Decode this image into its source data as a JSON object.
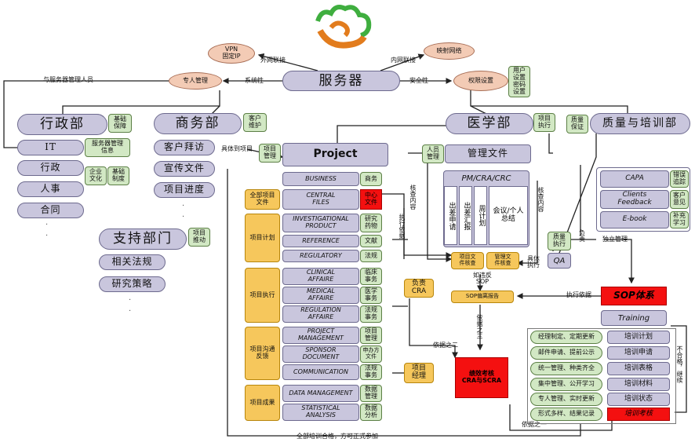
{
  "center": {
    "label": "服务器"
  },
  "top": {
    "vpn": "VPN\n固定IP",
    "vpn_edge": "外网联接",
    "mapping": "映射网络",
    "mapping_edge": "内网联接",
    "admin": "专人管理",
    "admin_edge": "系统性",
    "admin_note": "与服务器管理人员",
    "perm": "权限设置",
    "perm_edge": "安全性",
    "perm_sub": "用户\n设置\n密码\n设置"
  },
  "dept": {
    "admin": {
      "title": "行政部",
      "badge": "基础\n保障",
      "it": "IT",
      "it_badge": "服务器管理\n信息",
      "xz": "行政",
      "xz_badge1": "企业\n文化",
      "xz_badge2": "基础\n制度",
      "hr": "人事",
      "contract": "合同"
    },
    "biz": {
      "title": "商务部",
      "badge": "客户\n维护",
      "items": [
        "客户拜访",
        "宣传文件",
        "项目进度"
      ],
      "edge": "具体到项目",
      "edge_badge": "项目\n管理"
    },
    "support": {
      "title": "支持部门",
      "badge": "项目\n推动",
      "items": [
        "相关法规",
        "研究策略"
      ]
    },
    "med": {
      "title": "医学部",
      "badge": "项目\n执行",
      "people": "人员\n管理",
      "docs": "管理文件",
      "pm": "PM/CRA/CRC",
      "cols": [
        "出差申请",
        "出差汇报",
        "周计划",
        "会议/个人总结"
      ]
    },
    "qa": {
      "title": "质量与培训部",
      "badge": "质量\n保证",
      "qa_badge": "质量\n执行",
      "qa": "QA"
    }
  },
  "project": {
    "title": "Project",
    "business": "BUSINESS",
    "business_tag": "商务",
    "files_cat": "全部项目\n文件",
    "central": "CENTRAL\nFILES",
    "central_tag": "中心\n文件",
    "plan_cat": "项目计划",
    "plan": [
      {
        "t": "INVESTIGATIONAL\nPRODUCT",
        "g": "研究\n药物"
      },
      {
        "t": "REFERENCE",
        "g": "文献"
      },
      {
        "t": "REGULATORY",
        "g": "法规"
      }
    ],
    "exec_cat": "项目执行",
    "exec": [
      {
        "t": "CLINICAL\nAFFAIRE",
        "g": "临床\n事务"
      },
      {
        "t": "MEDICAL\nAFFAIRE",
        "g": "医学\n事务"
      },
      {
        "t": "REGULATION\nAFFAIRE",
        "g": "法规\n事务"
      }
    ],
    "comm_cat": "项目沟通\n反馈",
    "comm": [
      {
        "t": "PROJECT\nMANAGEMENT",
        "g": "项目\n管理"
      },
      {
        "t": "SPONSOR\nDOCUMENT",
        "g": "申办方\n文件"
      },
      {
        "t": "COMMUNICATION",
        "g": "法规\n事务"
      }
    ],
    "result_cat": "项目成果",
    "result": [
      {
        "t": "DATA MANAGEMENT",
        "g": "数据\n管理"
      },
      {
        "t": "STATISTICAL\nANALYSIS",
        "g": "数据\n分析"
      }
    ],
    "cra": "负责\nCRA",
    "manager": "项目\n经理"
  },
  "flow": {
    "check1": "项目文\n件核查",
    "check2": "管理文\n件核查",
    "sop_report": "SOP偏离报告",
    "violate": "如违反\nSOP",
    "perf": "绩效考核\nCRA与SCRA",
    "exec_dep": "执行依据",
    "check_content": "核查内容",
    "check_content2": "核查内容",
    "by2": "依据之二",
    "by3": "依据之三",
    "by1": "依据之一",
    "exec_dep2": "执行依据",
    "specific": "具体\n执行",
    "resp": "负\n责",
    "indep": "独立管理",
    "bottom": "全部培训合格，方可正式参加"
  },
  "qa_panel": {
    "items": [
      {
        "t": "CAPA",
        "g": "错误\n追踪"
      },
      {
        "t": "Clients\nFeedback",
        "g": "客户\n意见"
      },
      {
        "t": "E-book",
        "g": "补充\n学习"
      }
    ],
    "sop": "SOP体系",
    "training": "Training",
    "rows": [
      {
        "l": "经理制定、定期更新",
        "r": "培训计划"
      },
      {
        "l": "邮件申请、提前公示",
        "r": "培训申请"
      },
      {
        "l": "统一管理、种类齐全",
        "r": "培训表格"
      },
      {
        "l": "集中管理、公开学习",
        "r": "培训材料"
      },
      {
        "l": "专人管理、实时更新",
        "r": "培训状态"
      },
      {
        "l": "形式多样、结果记录",
        "r": "培训考核"
      }
    ],
    "fail": "不合格，继续"
  },
  "colors": {
    "lavender": "#c9c6dd",
    "green": "#d2e8c4",
    "orange": "#f6c75c",
    "red": "#f41010",
    "salmon": "#f3cbb5"
  }
}
